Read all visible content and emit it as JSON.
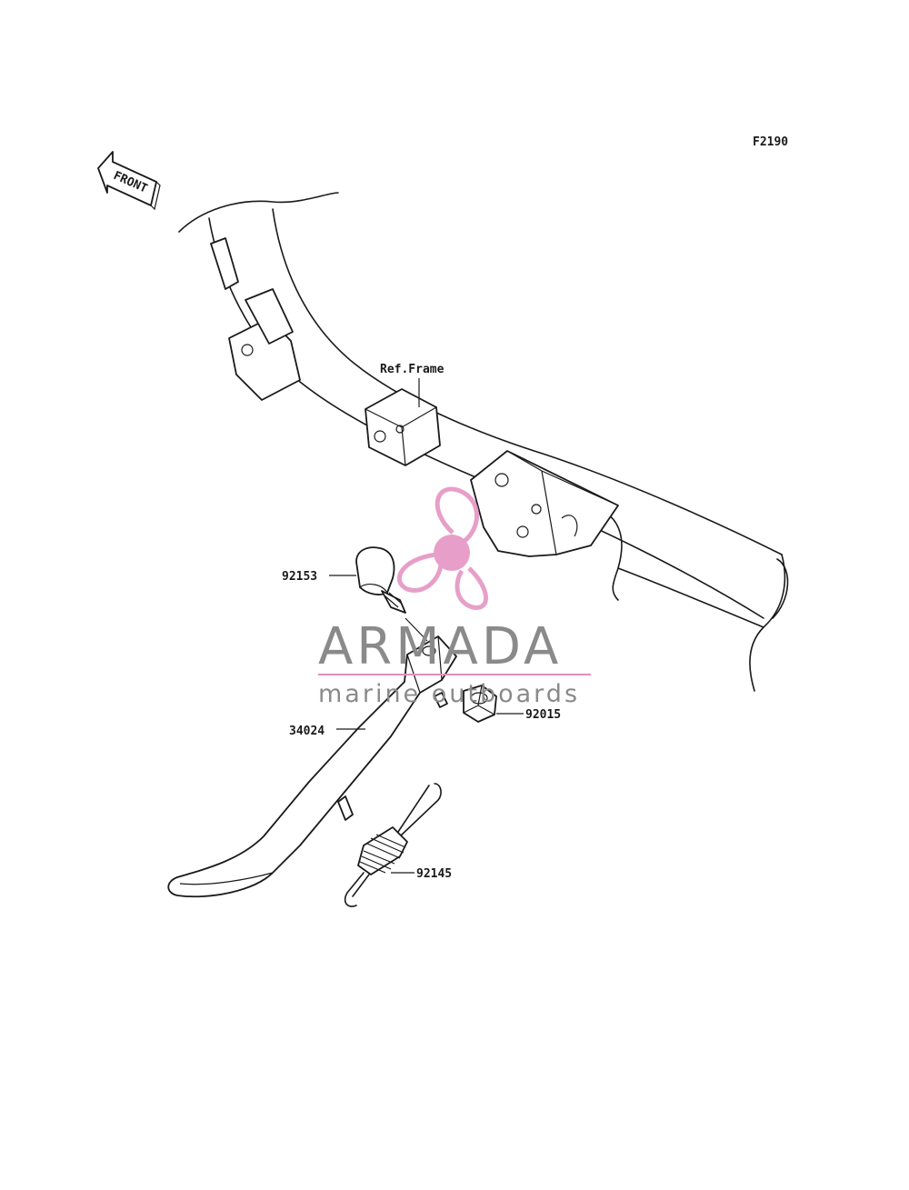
{
  "diagram_code": "F2190",
  "front_arrow": {
    "label": "FRONT",
    "icon": "front-arrow-icon"
  },
  "ref_label": "Ref.Frame",
  "parts": [
    {
      "number": "92153"
    },
    {
      "number": "34024"
    },
    {
      "number": "92015"
    },
    {
      "number": "92145"
    }
  ],
  "watermark": {
    "brand": "ARMADA",
    "tagline": "marine outboards",
    "brand_color": "#8a8a8a",
    "logo_color": "#e38fc0",
    "logo_icon": "propeller-logo-icon"
  }
}
